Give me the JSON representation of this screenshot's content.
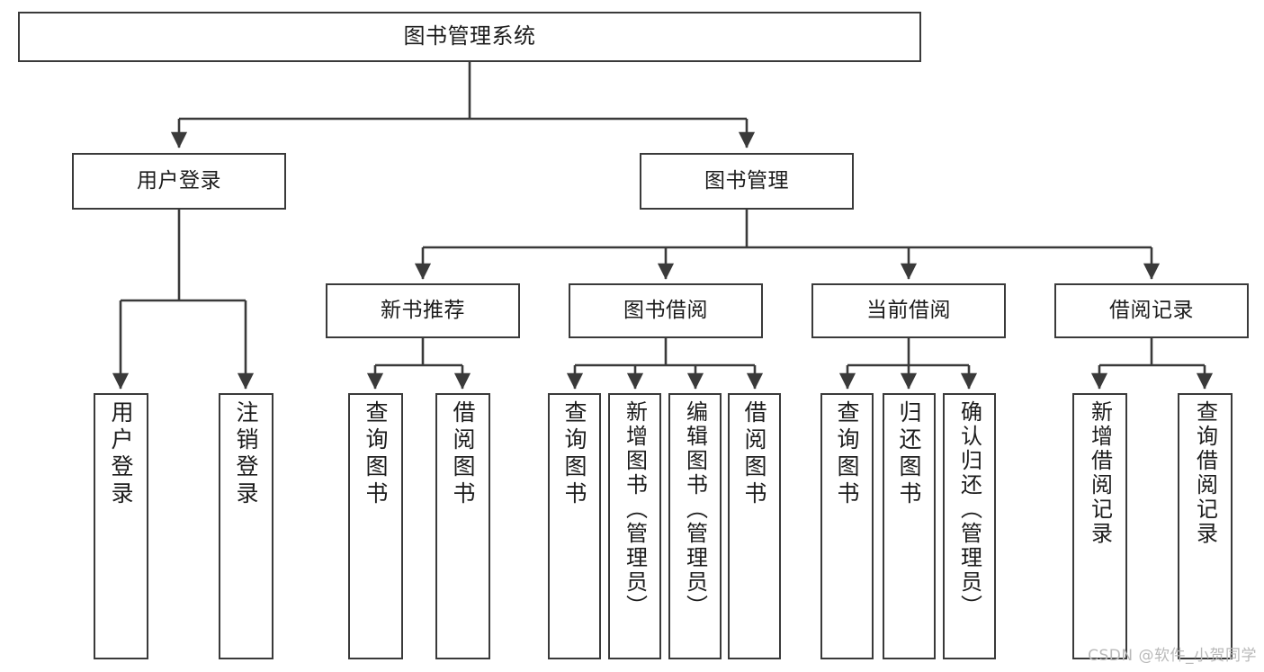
{
  "diagram": {
    "title": "图书管理系统",
    "type": "tree-hierarchy-diagram",
    "colors": {
      "border": "#3a3a3a",
      "background": "#ffffff",
      "text": "#1c1c1c",
      "edge": "#3a3a3a",
      "watermark": "#b9b9b9"
    },
    "root": {
      "label": "图书管理系统"
    },
    "level2": [
      {
        "label": "用户登录"
      },
      {
        "label": "图书管理"
      }
    ],
    "level3": [
      {
        "label": "新书推荐"
      },
      {
        "label": "图书借阅"
      },
      {
        "label": "当前借阅"
      },
      {
        "label": "借阅记录"
      }
    ],
    "leaves": {
      "user_login": [
        {
          "label": "用户登录"
        },
        {
          "label": "注销登录"
        }
      ],
      "new_book_recommend": [
        {
          "label": "查询图书"
        },
        {
          "label": "借阅图书"
        }
      ],
      "book_borrow": [
        {
          "label": "查询图书"
        },
        {
          "label": "新增图书（管理员）"
        },
        {
          "label": "编辑图书（管理员）"
        },
        {
          "label": "借阅图书"
        }
      ],
      "current_borrow": [
        {
          "label": "查询图书"
        },
        {
          "label": "归还图书"
        },
        {
          "label": "确认归还（管理员）"
        }
      ],
      "borrow_record": [
        {
          "label": "新增借阅记录"
        },
        {
          "label": "查询借阅记录"
        }
      ]
    }
  },
  "watermark": {
    "text": "CSDN @软件_小贺同学"
  }
}
